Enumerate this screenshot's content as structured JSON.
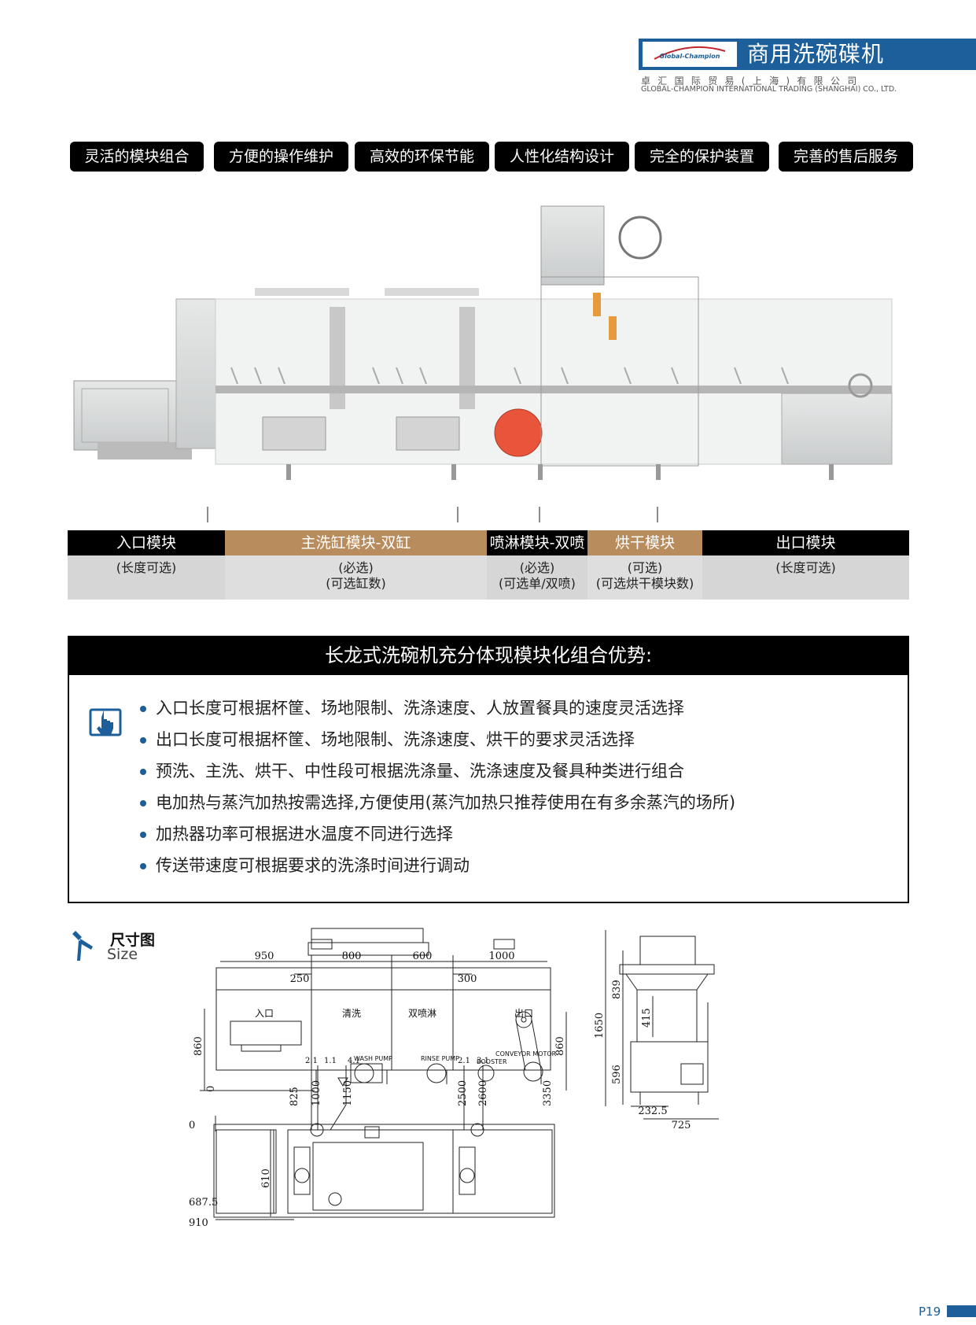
{
  "header": {
    "logo_text": "Global-Champion",
    "title": "商用洗碗碟机",
    "company_cn": "卓汇国际贸易(上海)有限公司",
    "company_en": "GLOBAL-CHAMPION INTERNATIONAL TRADING (SHANGHAI) CO., LTD."
  },
  "features": [
    "灵活的模块组合",
    "方便的操作维护",
    "高效的环保节能",
    "人性化结构设计",
    "完全的保护装置",
    "完善的售后服务"
  ],
  "modules": [
    {
      "name": "入口模块",
      "desc1": "(长度可选)",
      "desc2": ""
    },
    {
      "name": "主洗缸模块-双缸",
      "desc1": "(必选)",
      "desc2": "(可选缸数)"
    },
    {
      "name": "喷淋模块-双喷",
      "desc1": "(必选)",
      "desc2": "(可选单/双喷)"
    },
    {
      "name": "烘干模块",
      "desc1": "(可选)",
      "desc2": "(可选烘干模块数)"
    },
    {
      "name": "出口模块",
      "desc1": "(长度可选)",
      "desc2": ""
    }
  ],
  "colors": {
    "brand_blue": "#1c5f9a",
    "module_tan": "#b98c5e",
    "black": "#000000"
  },
  "advantages": {
    "title": "长龙式洗碗机充分体现模块化组合优势:",
    "icon": "touch-screen-icon",
    "items": [
      "入口长度可根据杯筐、场地限制、洗涤速度、人放置餐具的速度灵活选择",
      "出口长度可根据杯筐、场地限制、洗涤速度、烘干的要求灵活选择",
      "预洗、主洗、烘干、中性段可根据洗涤量、洗涤速度及餐具种类进行组合",
      "电加热与蒸汽加热按需选择,方便使用(蒸汽加热只推荐使用在有多余蒸汽的场所)",
      "加热器功率可根据进水温度不同进行选择",
      "传送带速度可根据要求的洗涤时间进行调动"
    ]
  },
  "size": {
    "title_cn": "尺寸图",
    "title_en": "Size",
    "icon": "caliper-icon",
    "front": {
      "top_dims": [
        "950",
        "800",
        "600",
        "1000"
      ],
      "inner_dims": [
        "250",
        "300"
      ],
      "section_labels": [
        "入口",
        "清洗",
        "双喷淋",
        "出口"
      ],
      "component_labels": [
        "WASH PUMP",
        "RINSE PUMP",
        "BOOSTER",
        "CONVEYOR MOTOR"
      ],
      "height_left": "860",
      "height_right": "860"
    },
    "side": {
      "total_height": "1650",
      "upper": "839",
      "inner": "415",
      "lower": "596",
      "offset": "232.5",
      "depth": "725"
    },
    "plan": {
      "connection_labels": [
        "2.1",
        "1.1",
        "4.1",
        "2.1",
        "3.1"
      ],
      "x_dims": [
        "825",
        "1000",
        "1150",
        "2500",
        "2600",
        "3350"
      ],
      "y_dims": [
        "0",
        "0",
        "687.5",
        "910"
      ],
      "inner_width": "610"
    }
  },
  "page_number": "P19"
}
